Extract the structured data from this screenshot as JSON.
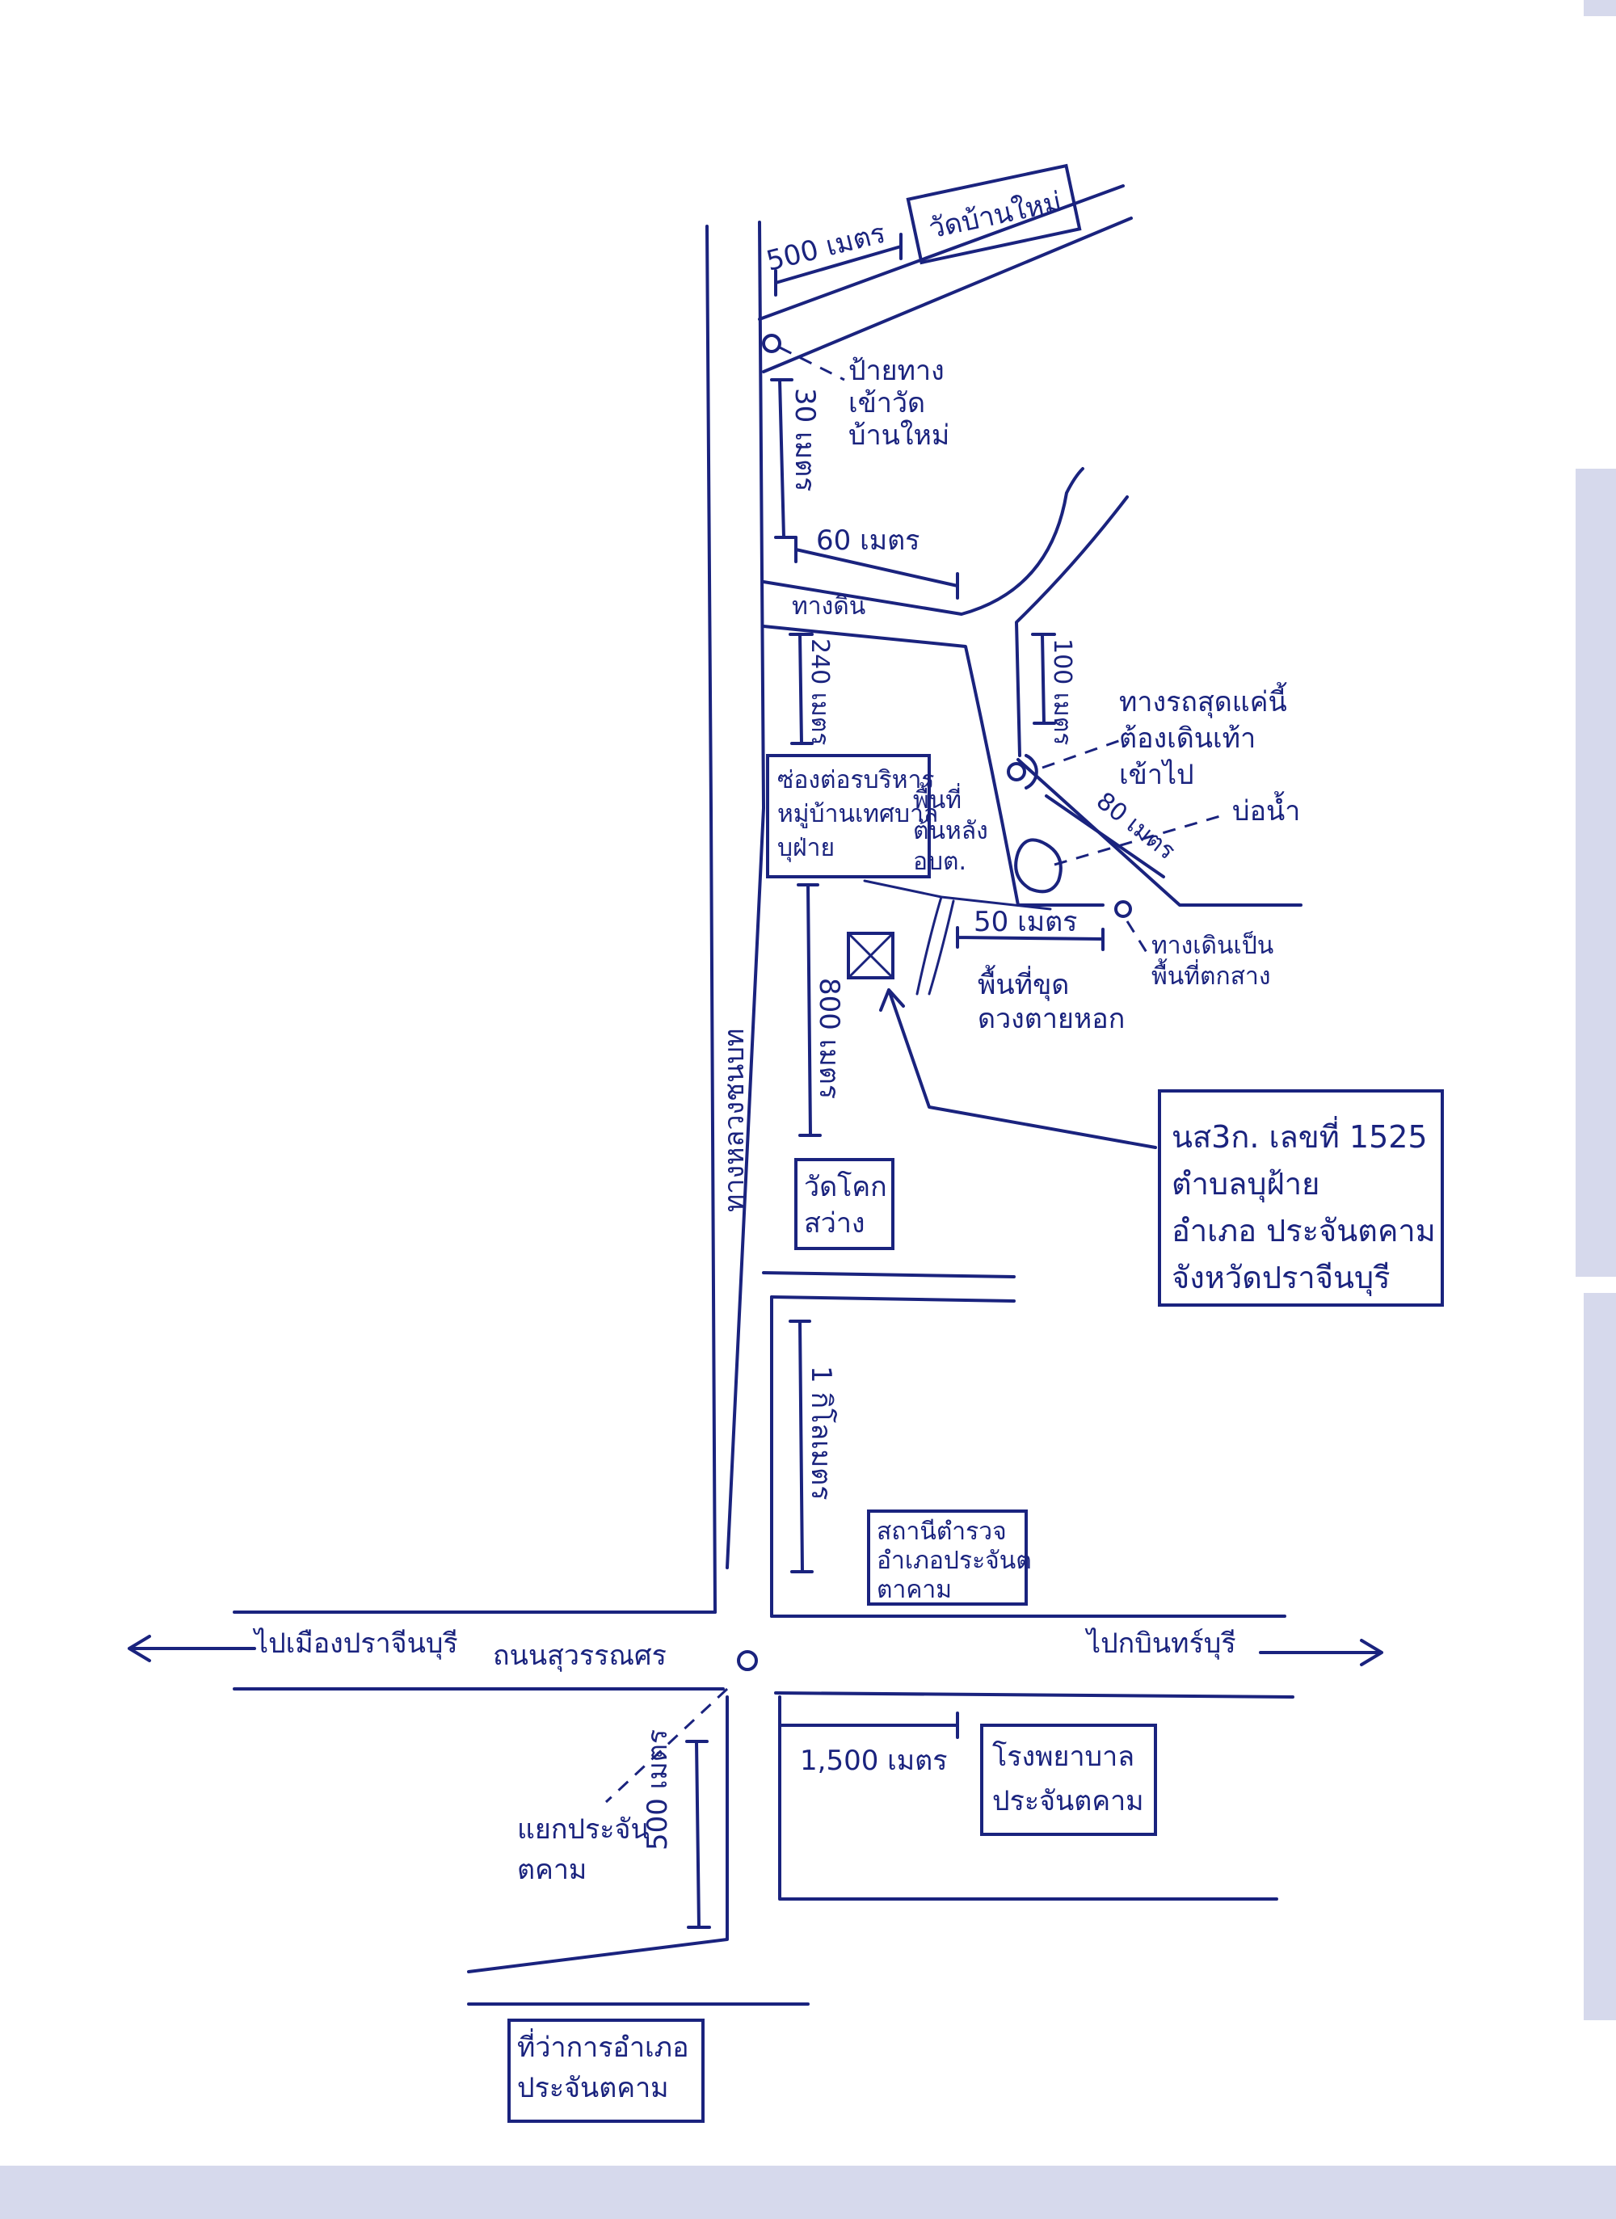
{
  "landmarks": {
    "wat_ban_mai_box": "วัดบ้านใหม่",
    "wat_sign": "ป้ายทาง\nเข้าวัด\nบ้านใหม่",
    "hall_box": "ซ่องต่อรบริหาร\nหมู่บ้านเทศบาล\nบุฝ่าย",
    "old_well": "บ่อน้ำ",
    "road_end_note": "ทางรถสุดแค่นี้\nต้องเดินเท้า\nเข้าไป",
    "pond_label": "พื้นที่\nต้นหลัง\nอบต.",
    "path_label": "ทางเดินเป็น\nพื้นที่ตกสาง",
    "dig_area": "พื้นที่ขุด\nดวงตายหอก",
    "wat_khok_box": "วัดโคก\nสว่าง",
    "police_box": "สถานีตำรวจ\nอำเภอประจันต\nตาคาม",
    "hospital_box": "โรงพยาบาล\nประจันตคาม",
    "district_box": "ที่ว่าการอำเภอ\nประจันตคาม",
    "junction_label": "แยกประจัน\nตคาม",
    "deed_box": "นส3ก. เลขที่ 1525\nตำบลบุฝ้าย\nอำเภอ ประจันตคาม\nจังหวัดปราจีนบุรี"
  },
  "roads": {
    "main_highway": "ถนนสุวรรณศร",
    "to_left": "ไปเมืองปราจีนบุรี",
    "to_right": "ไปกบินทร์บุรี",
    "vertical_road": "ทางหลวงชนบท",
    "dirt_road": "ทางดิน"
  },
  "distances": {
    "d500_top": "500 เมตร",
    "d30": "30 เมตร",
    "d60": "60 เมตร",
    "d240": "240 เมตร",
    "d100": "100 เมตร",
    "d80": "80 เมตร",
    "d50": "50 เมตร",
    "d800": "800 เมตร",
    "d1km": "1 กิโลเมตร",
    "d1500": "1,500 เมตร",
    "d500_bottom": "500 เมตร"
  },
  "colors": {
    "ink": "#1a237e",
    "paper": "#ffffff"
  }
}
